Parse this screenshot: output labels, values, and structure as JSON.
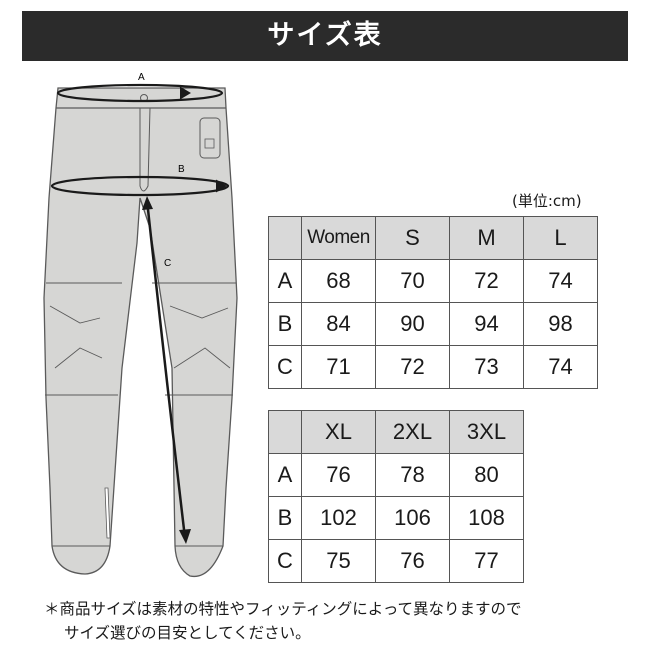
{
  "title": "サイズ表",
  "diagram": {
    "label_a": "A",
    "label_b": "B",
    "label_c": "C"
  },
  "unit_label": "(単位:cm)",
  "table1": {
    "headers": [
      "Women",
      "S",
      "M",
      "L"
    ],
    "rows": [
      {
        "label": "A",
        "values": [
          "68",
          "70",
          "72",
          "74"
        ]
      },
      {
        "label": "B",
        "values": [
          "84",
          "90",
          "94",
          "98"
        ]
      },
      {
        "label": "C",
        "values": [
          "71",
          "72",
          "73",
          "74"
        ]
      }
    ]
  },
  "table2": {
    "headers": [
      "XL",
      "2XL",
      "3XL"
    ],
    "rows": [
      {
        "label": "A",
        "values": [
          "76",
          "78",
          "80"
        ]
      },
      {
        "label": "B",
        "values": [
          "102",
          "106",
          "108"
        ]
      },
      {
        "label": "C",
        "values": [
          "75",
          "76",
          "77"
        ]
      }
    ]
  },
  "note": {
    "line1": "＊商品サイズは素材の特性やフィッティングによって異なりますので",
    "line2": "サイズ選びの目安としてください。"
  },
  "colors": {
    "banner_bg": "#2b2b2b",
    "header_bg": "#d9d9d9",
    "pants_fill": "#d6d6d4"
  }
}
